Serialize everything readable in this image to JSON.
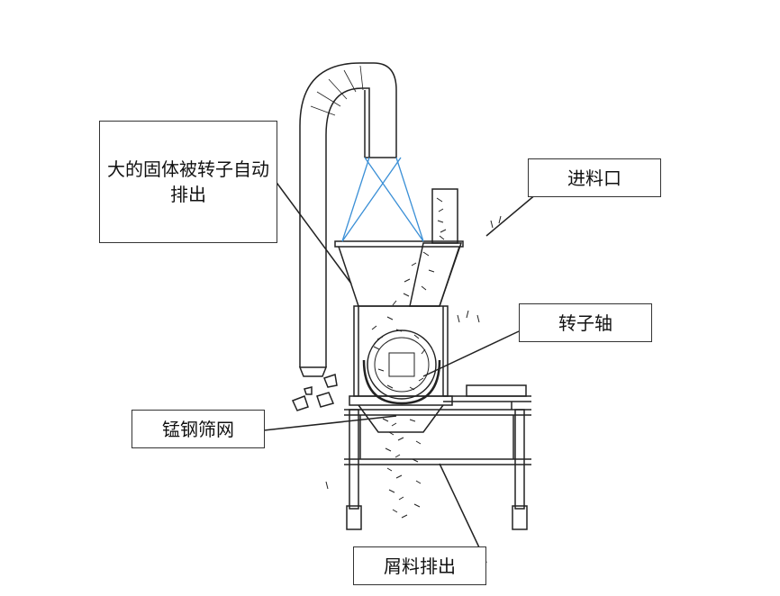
{
  "labels": {
    "auto_discharge": "大的固体被转子自动排出",
    "feed_inlet": "进料口",
    "rotor_shaft": "转子轴",
    "manganese_screen": "锰钢筛网",
    "chip_discharge": "屑料排出"
  },
  "colors": {
    "line": "#222222",
    "blue_guide": "#3a8fd6"
  }
}
